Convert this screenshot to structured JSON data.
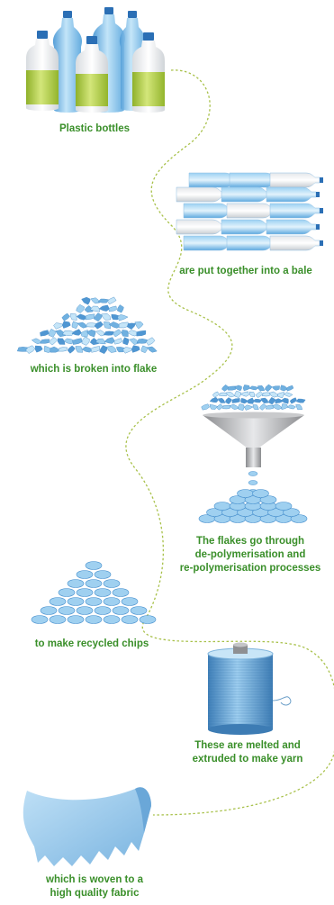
{
  "steps": [
    {
      "id": "bottles",
      "lines": [
        "Plastic bottles"
      ]
    },
    {
      "id": "bale",
      "lines": [
        "are put together into a bale"
      ]
    },
    {
      "id": "flake",
      "lines": [
        "which is broken into flake"
      ]
    },
    {
      "id": "polymer",
      "lines": [
        "The flakes go through",
        "de-polymerisation and",
        "re-polymerisation processes"
      ]
    },
    {
      "id": "chips",
      "lines": [
        "to make recycled chips"
      ]
    },
    {
      "id": "yarn",
      "lines": [
        "These are melted and",
        "extruded to make yarn"
      ]
    },
    {
      "id": "fabric",
      "lines": [
        "which is woven to a",
        "high quality fabric"
      ]
    }
  ],
  "colors": {
    "label": "#3a8f2a",
    "path": "#a8c14a",
    "bottle_blue": "#6fb6e6",
    "bottle_green": "#a4c43a",
    "cap": "#2b6fb5",
    "funnel": "#a9aaad",
    "fabric": "#9bc9ea"
  },
  "icons": [
    "bottles-illustration",
    "bale-illustration",
    "flake-pile-illustration",
    "funnel-illustration",
    "chip-pile-illustration",
    "yarn-spool-illustration",
    "fabric-illustration"
  ]
}
